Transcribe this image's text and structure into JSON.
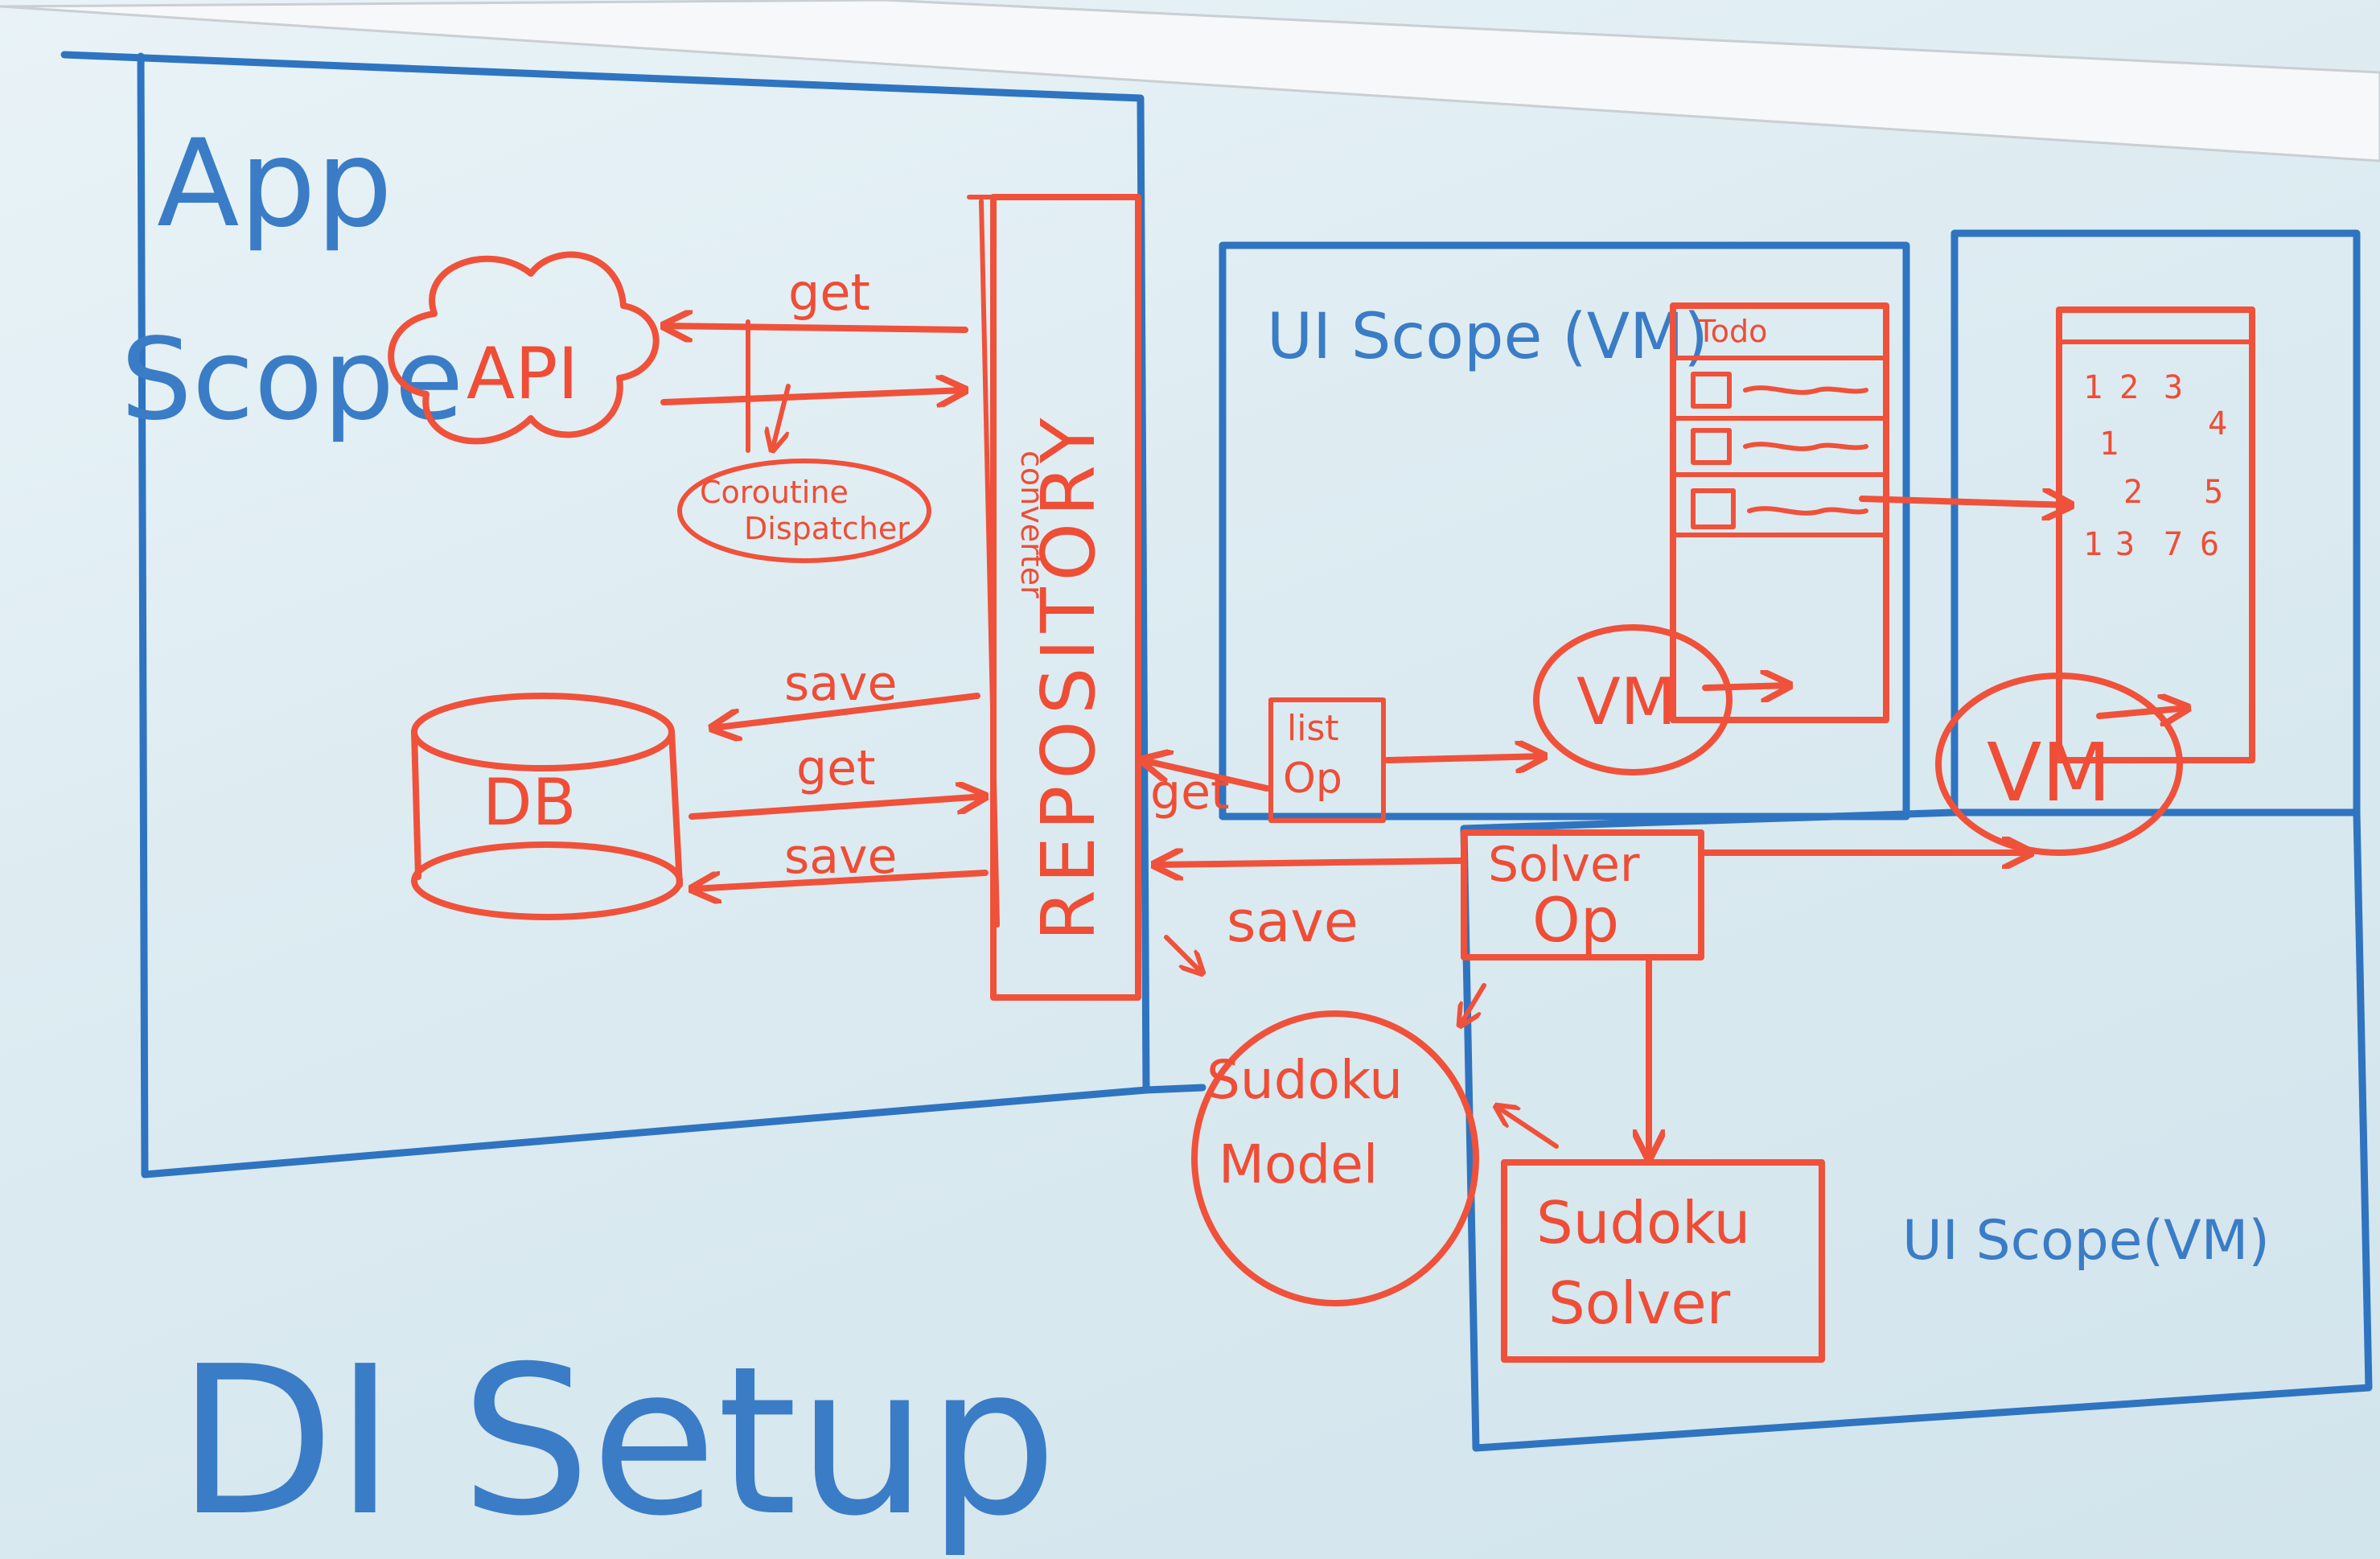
{
  "title": "DI Setup",
  "app_scope": {
    "label_line1": "App",
    "label_line2": "Scope"
  },
  "ui_scope_list": {
    "label": "UI Scope (VM)"
  },
  "ui_scope_solver": {
    "label": "UI Scope(VM)"
  },
  "nodes": {
    "api": "API",
    "coroutine_dispatcher_line1": "Coroutine",
    "coroutine_dispatcher_line2": "Dispatcher",
    "db": "DB",
    "repository": "REPOSITORY",
    "converter": "converter",
    "list_op_line1": "list",
    "list_op_line2": "Op",
    "vm_list": "VM",
    "vm_grid": "VM",
    "solver_op_line1": "Solver",
    "solver_op_line2": "Op",
    "sudoku_model_line1": "Sudoku",
    "sudoku_model_line2": "Model",
    "sudoku_solver_line1": "Sudoku",
    "sudoku_solver_line2": "Solver"
  },
  "edges": {
    "api_get": "get",
    "db_save_top": "save",
    "db_get": "get",
    "db_save_bottom": "save",
    "list_get": "get",
    "solver_save": "save"
  },
  "phone_list": {
    "header": "Todo"
  },
  "phone_grid": {
    "rows": [
      [
        "1",
        "2",
        "3",
        "4"
      ],
      [
        "1",
        "",
        "",
        ""
      ],
      [
        "",
        "",
        "2",
        "5"
      ],
      [
        "1",
        "3",
        "7",
        "6"
      ]
    ]
  },
  "colors": {
    "blue_marker": "#2f74c0",
    "red_marker": "#f0513a",
    "board": "#e2eef3"
  }
}
